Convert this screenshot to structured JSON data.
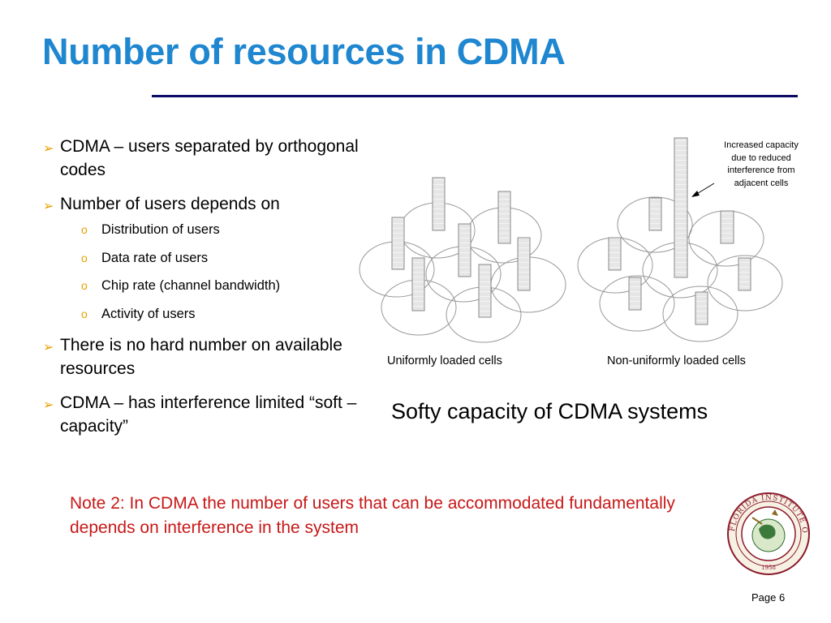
{
  "title": "Number of resources in CDMA",
  "bullets": [
    {
      "text": "CDMA – users separated by orthogonal codes"
    },
    {
      "text": "Number of users depends on"
    },
    {
      "text": "There is no hard number on available resources"
    },
    {
      "text": "CDMA – has interference limited “soft – capacity”"
    }
  ],
  "sub_bullets": [
    "Distribution of users",
    "Data rate of users",
    "Chip rate (channel bandwidth)",
    "Activity of users"
  ],
  "diagram": {
    "left_caption": "Uniformly loaded cells",
    "right_caption": "Non-uniformly loaded cells",
    "annotation": "Increased capacity due to reduced interference from adjacent cells"
  },
  "subtitle": "Softy capacity of CDMA systems",
  "note": "Note 2: In CDMA the number of users that can be accommodated fundamentally depends on interference in the system",
  "seal": {
    "text": "FLORIDA INSTITUTE OF TECHNOLOGY",
    "year": "1958"
  },
  "page_label": "Page 6",
  "colors": {
    "title": "#1f86d0",
    "rule": "#0b0b66",
    "bullet_marker": "#e8a000",
    "note": "#c81818",
    "seal_ring": "#8b1a2b"
  }
}
